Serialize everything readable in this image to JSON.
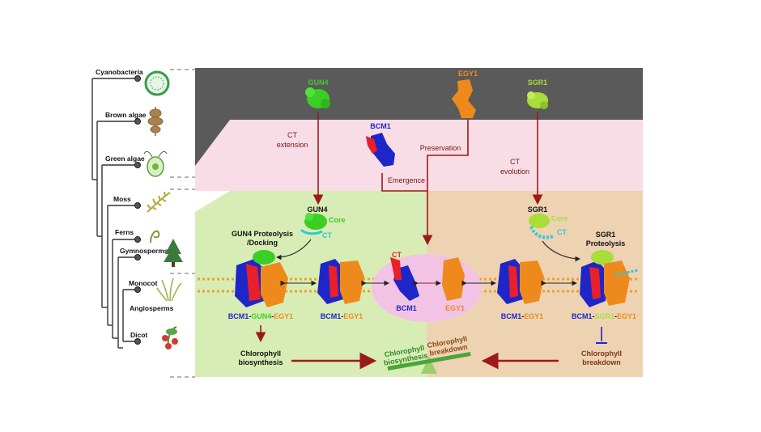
{
  "tree": {
    "taxa": [
      "Cyanobacteria",
      "Brown algae",
      "Green algae",
      "Moss",
      "Ferns",
      "Gymnosperms",
      "Monocot",
      "Angiosperms",
      "Dicot"
    ]
  },
  "top": {
    "proteins": [
      "GUN4",
      "EGY1",
      "SGR1"
    ]
  },
  "middle": {
    "bcm1": "BCM1",
    "ct_extension": [
      "CT",
      "extension"
    ],
    "preservation": "Preservation",
    "emergence": "Emergence",
    "ct_evolution": [
      "CT",
      "evolution"
    ]
  },
  "lower": {
    "gun4": "GUN4",
    "core": "Core",
    "ct": "CT",
    "sgr1": "SGR1",
    "gun4_proc": [
      "GUN4 Proteolysis",
      "/Docking"
    ],
    "sgr1_proc": [
      "SGR1",
      "Proteolysis"
    ],
    "center_ct": "CT",
    "center_bcm1": "BCM1",
    "center_egy1": "EGY1",
    "complexes": {
      "c1": {
        "a": "BCM1",
        "sep1": "-",
        "b": "GUN4",
        "sep2": "-",
        "c": "EGY1"
      },
      "c2": {
        "a": "BCM1",
        "sep1": "-",
        "c": "EGY1"
      },
      "c3": {
        "a": "BCM1",
        "sep1": "-",
        "c": "EGY1"
      },
      "c4": {
        "a": "BCM1",
        "sep1": "-",
        "b": "SGR1",
        "sep2": "-",
        "c": "EGY1"
      }
    },
    "chl_bio": [
      "Chlorophyll",
      "biosynthesis"
    ],
    "chl_break": [
      "Chlorophyll",
      "breakdown"
    ],
    "balance_left": [
      "Chlorophyll",
      "biosynthesis"
    ],
    "balance_right": [
      "Chlorophyll",
      "breakdown"
    ]
  },
  "colors": {
    "gray_band": "#5a5a5a",
    "pink_band": "#f9dde6",
    "green_panel": "#d8edb5",
    "tan_panel": "#eed3b3",
    "center_oval": "#f3c3e6",
    "bcm1": "#1f26c8",
    "egy1": "#ee8a1c",
    "gun4": "#3ccf23",
    "sgr1": "#a9dd3a",
    "ct_red": "#e8202a",
    "ct_cyan": "#2ec9d9",
    "arrow_red": "#9b1a1a"
  }
}
